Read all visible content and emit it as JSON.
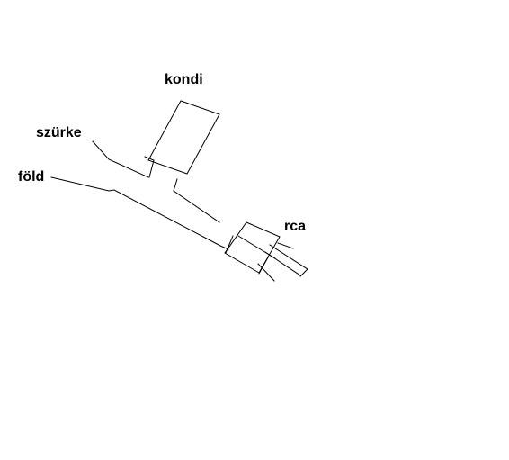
{
  "labels": {
    "capacitor": "kondi",
    "grey_wire": "szürke",
    "ground_wire": "föld",
    "rca_plug": "rca"
  },
  "colors": {
    "background": "#ffffff",
    "ink": "#000000"
  }
}
